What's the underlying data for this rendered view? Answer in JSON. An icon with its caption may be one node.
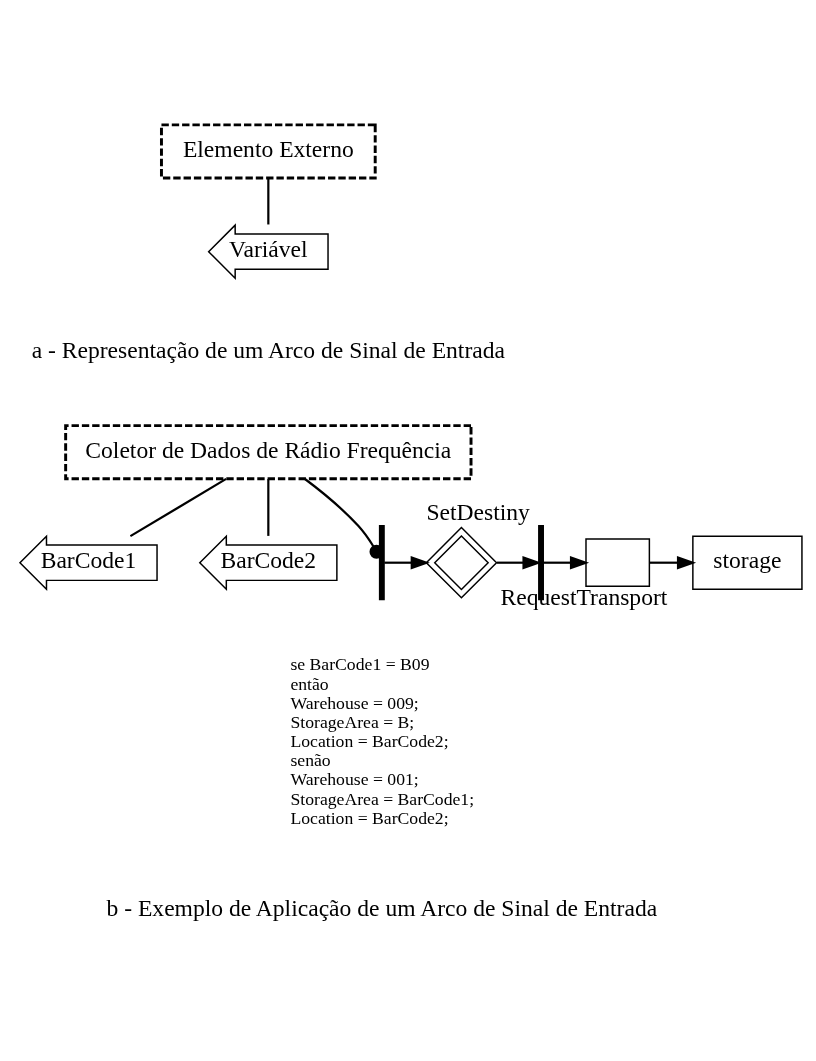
{
  "diagram": {
    "nodes": [
      {
        "text": [
          "Elemento Externo"
        ]
      },
      {
        "text": [
          "Variável"
        ]
      },
      {
        "text": [
          "Coletor de Dados de Rádio Frequência"
        ]
      },
      {
        "text": [
          "BarCode1"
        ]
      },
      {
        "text": [
          "BarCode2"
        ]
      },
      {
        "text": [],
        "shape": "bar"
      },
      {
        "text": [],
        "shape": "diamond",
        "beside": [
          "SetDestiny"
        ]
      },
      {
        "text": [],
        "shape": "bar"
      },
      {
        "text": [],
        "shape": "box",
        "beside": [
          "RequestTransport"
        ]
      },
      {
        "text": [
          "storage"
        ]
      }
    ],
    "edges": [
      {
        "from": 0,
        "to": 1,
        "arrow": "none"
      },
      {
        "from": 2,
        "to": 3,
        "arrow": "none"
      },
      {
        "from": 2,
        "to": 4,
        "arrow": "none"
      },
      {
        "from": 2,
        "to": 5,
        "arrow": "other"
      },
      {
        "from": 5,
        "to": 6,
        "arrow": "to"
      },
      {
        "from": 6,
        "to": 7,
        "arrow": "to"
      },
      {
        "from": 7,
        "to": 8,
        "arrow": "to"
      },
      {
        "from": 8,
        "to": 9,
        "arrow": "to"
      }
    ],
    "labels": [
      "a - Representação de um Arco de Sinal de Entrada",
      "se BarCode1 = B09",
      "então",
      "Warehouse = 009;",
      "StorageArea = B;",
      "Location = BarCode2;",
      "senão",
      "Warehouse = 001;",
      "StorageArea = BarCode1;",
      "Location = BarCode2;",
      "b - Exemplo de Aplicação de um Arco de Sinal de Entrada"
    ]
  }
}
